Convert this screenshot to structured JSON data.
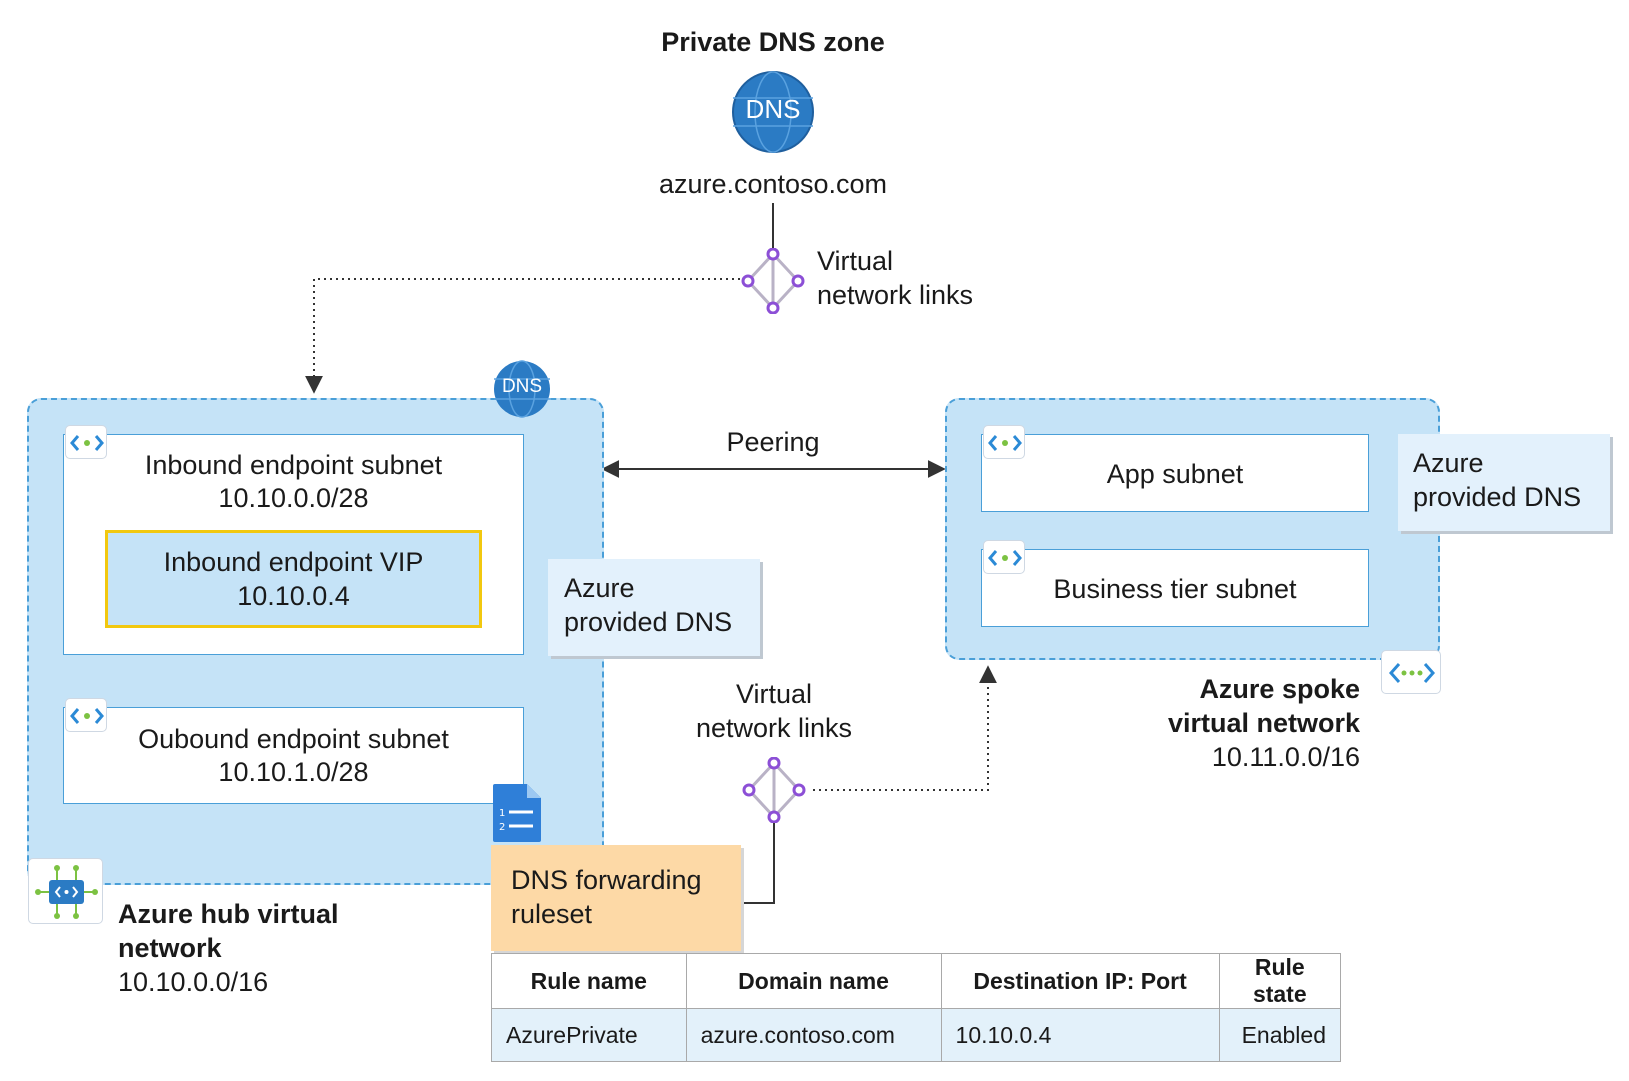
{
  "dns_zone": {
    "title": "Private DNS zone",
    "icon_text": "DNS",
    "domain": "azure.contoso.com"
  },
  "vnet_links_top": {
    "label_line1": "Virtual",
    "label_line2": "network links"
  },
  "vnet_links_bottom": {
    "label_line1": "Virtual",
    "label_line2": "network links"
  },
  "peering_label": "Peering",
  "hub": {
    "dns_badge": "DNS",
    "inbound_subnet": {
      "name": "Inbound endpoint subnet",
      "cidr": "10.10.0.0/28"
    },
    "inbound_vip": {
      "name": "Inbound endpoint VIP",
      "ip": "10.10.0.4"
    },
    "outbound_subnet": {
      "name": "Oubound endpoint subnet",
      "cidr": "10.10.1.0/28"
    },
    "azure_dns": {
      "line1": "Azure",
      "line2": "provided DNS"
    },
    "title_line1": "Azure hub virtual",
    "title_line2": "network",
    "cidr": "10.10.0.0/16"
  },
  "spoke": {
    "app_subnet": "App subnet",
    "business_subnet": "Business tier subnet",
    "azure_dns": {
      "line1": "Azure",
      "line2": "provided DNS"
    },
    "title_line1": "Azure spoke",
    "title_line2": "virtual network",
    "cidr": "10.11.0.0/16"
  },
  "ruleset": {
    "line1": "DNS forwarding",
    "line2": "ruleset"
  },
  "rules_table": {
    "headers": [
      "Rule name",
      "Domain name",
      "Destination IP: Port",
      "Rule state"
    ],
    "rows": [
      [
        "AzurePrivate",
        "azure.contoso.com",
        "10.10.0.4",
        "Enabled"
      ]
    ]
  },
  "colors": {
    "vnet_fill": "#c5e3f7",
    "vnet_border": "#4a9fd8",
    "vip_border": "#f2c80f",
    "ruleset_fill": "#fdd9a6",
    "link_node": "#8c4fd6",
    "dns_globe": "#2b7bc4"
  }
}
